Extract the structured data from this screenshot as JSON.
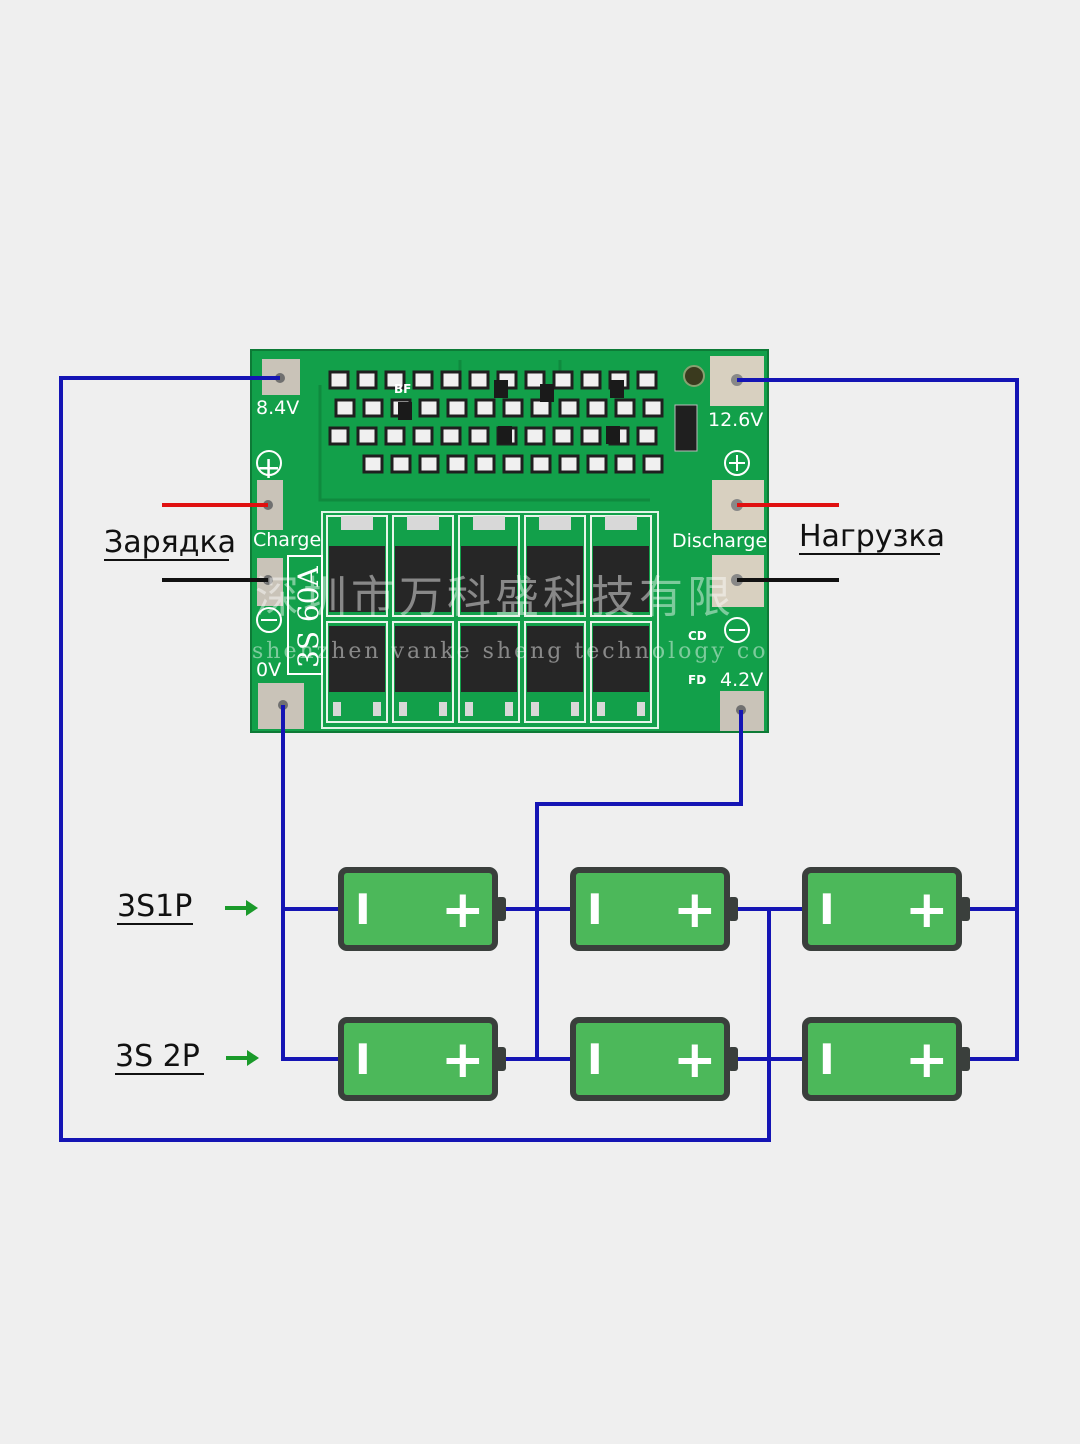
{
  "labels": {
    "charge_ru": "Зарядка",
    "load_ru": "Нагрузка",
    "config_1": "3S1P",
    "config_2": "3S 2P"
  },
  "board": {
    "pad_8v4": "8.4V",
    "pad_12v6": "12.6V",
    "pad_0v": "0V",
    "pad_4v2": "4.2V",
    "charge": "Charge",
    "discharge": "Discharge",
    "model": "3S 60A",
    "cd": "CD",
    "fd": "FD",
    "bf": "BF",
    "plus": "+",
    "minus": "−",
    "watermark_cn": "深圳市万科盛科技有限",
    "watermark_en": "shenzhen vanke sheng technology co"
  },
  "battery": {
    "plus": "+",
    "minus": "I"
  },
  "colors": {
    "wire": "#1414b4",
    "pcb": "#12a04a",
    "battery": "#4cb85a",
    "battery_border": "#3a3f3c",
    "red_lead": "#e01010",
    "black_lead": "#111111",
    "arrow": "#1a9a2a"
  }
}
